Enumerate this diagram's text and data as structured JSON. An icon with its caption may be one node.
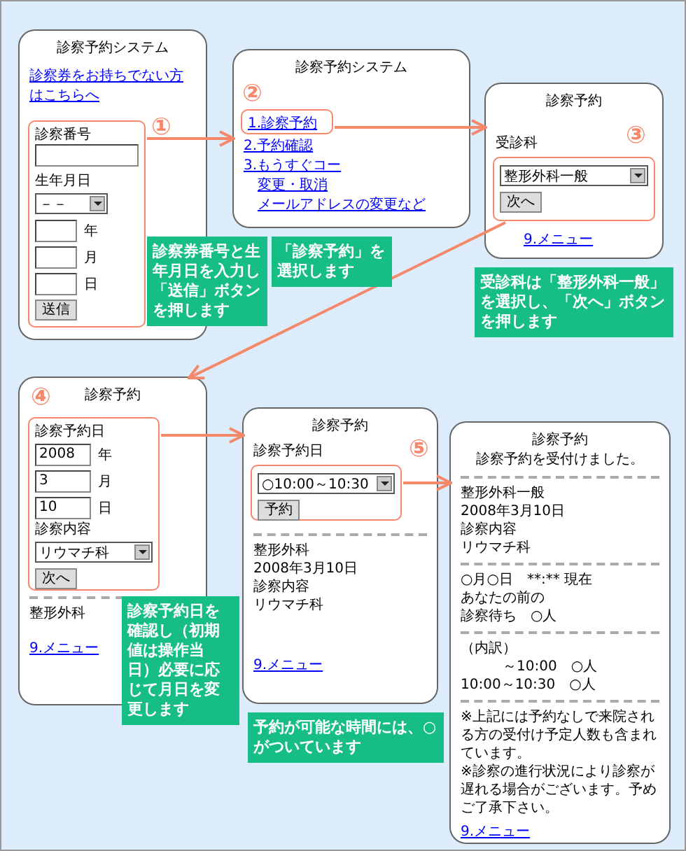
{
  "diagram": {
    "nodes": [
      {
        "text": [
          "診察予約システム",
          "診察券をお持ちでない方はこちらへ"
        ]
      },
      {
        "text": [
          "診察番号",
          "生年月日",
          "－－",
          "年",
          "月",
          "日",
          "送信"
        ],
        "in": 0,
        "beside": [
          "①"
        ]
      },
      {
        "text": [
          "診察券番号と生年月日を入力し「送信」ボタンを押します"
        ]
      },
      {
        "text": [
          "診察予約システム",
          "2.予約確認",
          "3.もうすぐコー",
          "変更・取消",
          "メールアドレスの変更など"
        ]
      },
      {
        "text": [
          "1.診察予約"
        ],
        "in": 3,
        "beside": [
          "②"
        ]
      },
      {
        "text": [
          "「診察予約」を選択します"
        ]
      },
      {
        "text": [
          "診察予約",
          "受診科",
          "9.メニュー"
        ]
      },
      {
        "text": [
          "整形外科一般",
          "次へ"
        ],
        "in": 6,
        "beside": [
          "③"
        ]
      },
      {
        "text": [
          "受診科は「整形外科一般」を選択し、「次へ」ボタンを押します"
        ]
      },
      {
        "text": [
          "診察予約",
          "整形外科",
          "9.メニュー"
        ]
      },
      {
        "text": [
          "診察予約日",
          "2008",
          "年",
          "3",
          "月",
          "10",
          "日",
          "診察内容",
          "リウマチ科",
          "次へ"
        ],
        "in": 9,
        "beside": [
          "④"
        ]
      },
      {
        "text": [
          "診察予約日を確認し（初期値は操作当日）必要に応じて月日を変更します"
        ]
      },
      {
        "text": [
          "診察予約",
          "診察予約日",
          "整形外科",
          "2008年3月10日",
          "診察内容",
          "リウマチ科",
          "9.メニュー"
        ]
      },
      {
        "text": [
          "○10:00～10:30",
          "予約"
        ],
        "in": 12,
        "beside": [
          "⑤"
        ]
      },
      {
        "text": [
          "予約が可能な時間には、○がついています"
        ]
      },
      {
        "text": [
          "診察予約",
          "診察予約を受付けました。",
          "整形外科一般",
          "2008年3月10日",
          "診察内容",
          "リウマチ科",
          "○月○日　**:** 現在",
          "あなたの前の",
          "診察待ち　○人",
          "（内訳）",
          "～10:00　○人",
          "10:00～10:30　○人",
          "※上記には予約なしで来院される方の受付け予定人数も含まれています。",
          "※診察の進行状況により診察が遅れる場合がございます。予めご了承下さい。",
          "9.メニュー"
        ]
      }
    ],
    "edges": [
      {
        "from": 1,
        "to": 3,
        "arrow": "to"
      },
      {
        "from": 4,
        "to": 6,
        "arrow": "to"
      },
      {
        "from": 7,
        "to": 9,
        "arrow": "to"
      },
      {
        "from": 10,
        "to": 12,
        "arrow": "to"
      },
      {
        "from": 13,
        "to": 15,
        "arrow": "to"
      }
    ]
  }
}
